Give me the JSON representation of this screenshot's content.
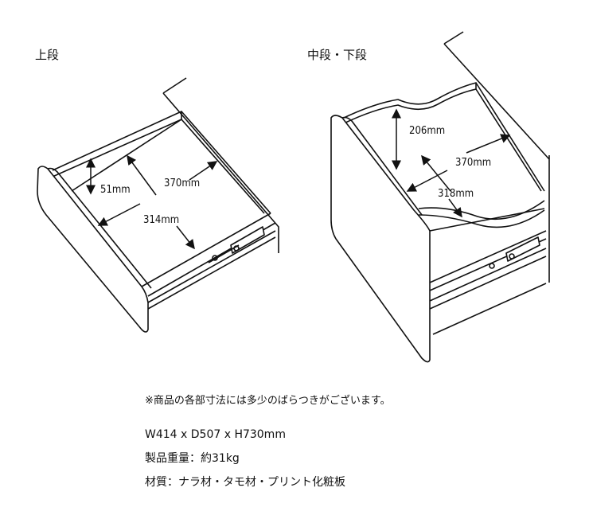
{
  "labels": {
    "upper": "上段",
    "lower": "中段・下段"
  },
  "upper_dims": {
    "height": "51mm",
    "depth": "370mm",
    "width": "314mm"
  },
  "lower_dims": {
    "height": "206mm",
    "depth": "370mm",
    "width": "318mm"
  },
  "notes": {
    "caution": "※商品の各部寸法には多少のばらつきがございます。",
    "size": "W414 x D507 x H730mm",
    "weight": "製品重量：約31kg",
    "material": "材質：ナラ材・タモ材・プリント化粧板"
  }
}
